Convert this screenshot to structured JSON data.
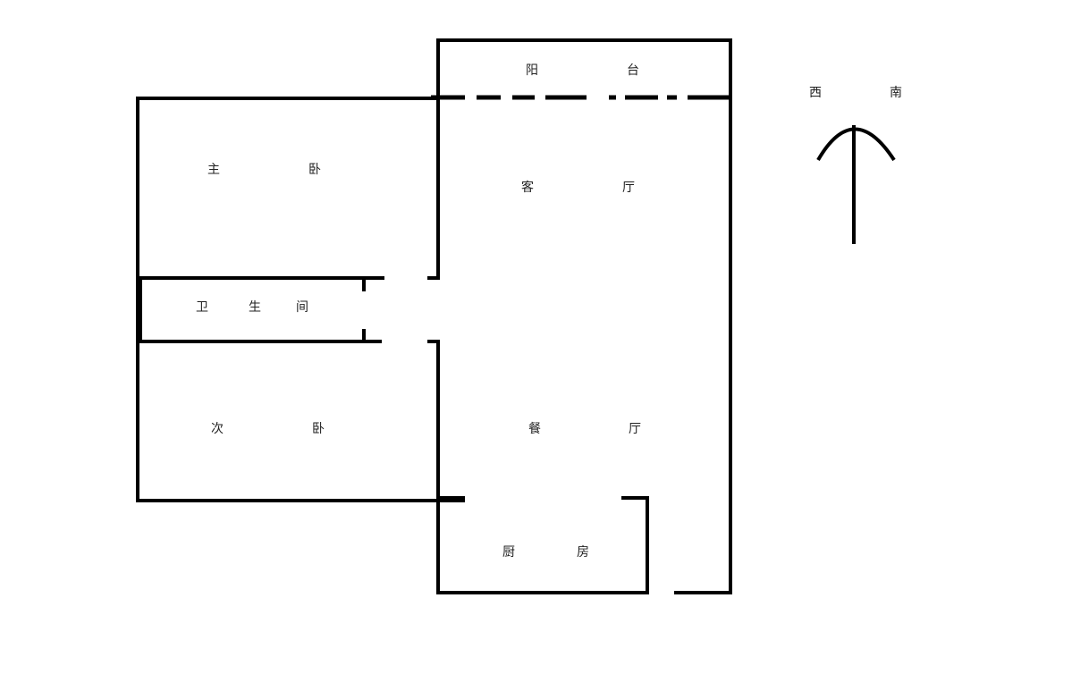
{
  "rooms": {
    "balcony": [
      "阳",
      "台"
    ],
    "living_room": [
      "客",
      "厅"
    ],
    "master_bedroom": [
      "主",
      "卧"
    ],
    "bathroom": [
      "卫",
      "生",
      "间"
    ],
    "second_bedroom": [
      "次",
      "卧"
    ],
    "dining_room": [
      "餐",
      "厅"
    ],
    "kitchen": [
      "厨",
      "房"
    ]
  },
  "compass": {
    "left": "西",
    "right": "南"
  },
  "colors": {
    "wall": "#000000",
    "background": "#ffffff"
  }
}
